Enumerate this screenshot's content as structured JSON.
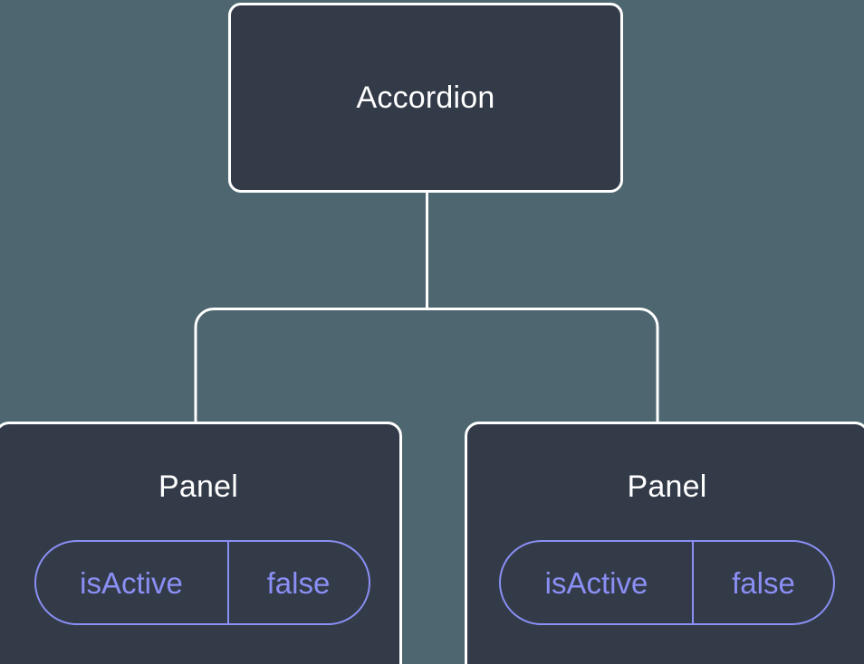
{
  "diagram": {
    "background_color": "#4d6670",
    "node_fill_color": "#333b49",
    "node_border_color": "#ffffff",
    "node_text_color": "#ffffff",
    "accent_color": "#8b8ff5",
    "connector_color": "#ffffff"
  },
  "root": {
    "title": "Accordion"
  },
  "children": [
    {
      "title": "Panel",
      "prop": {
        "key": "isActive",
        "value": "false"
      }
    },
    {
      "title": "Panel",
      "prop": {
        "key": "isActive",
        "value": "false"
      }
    }
  ]
}
